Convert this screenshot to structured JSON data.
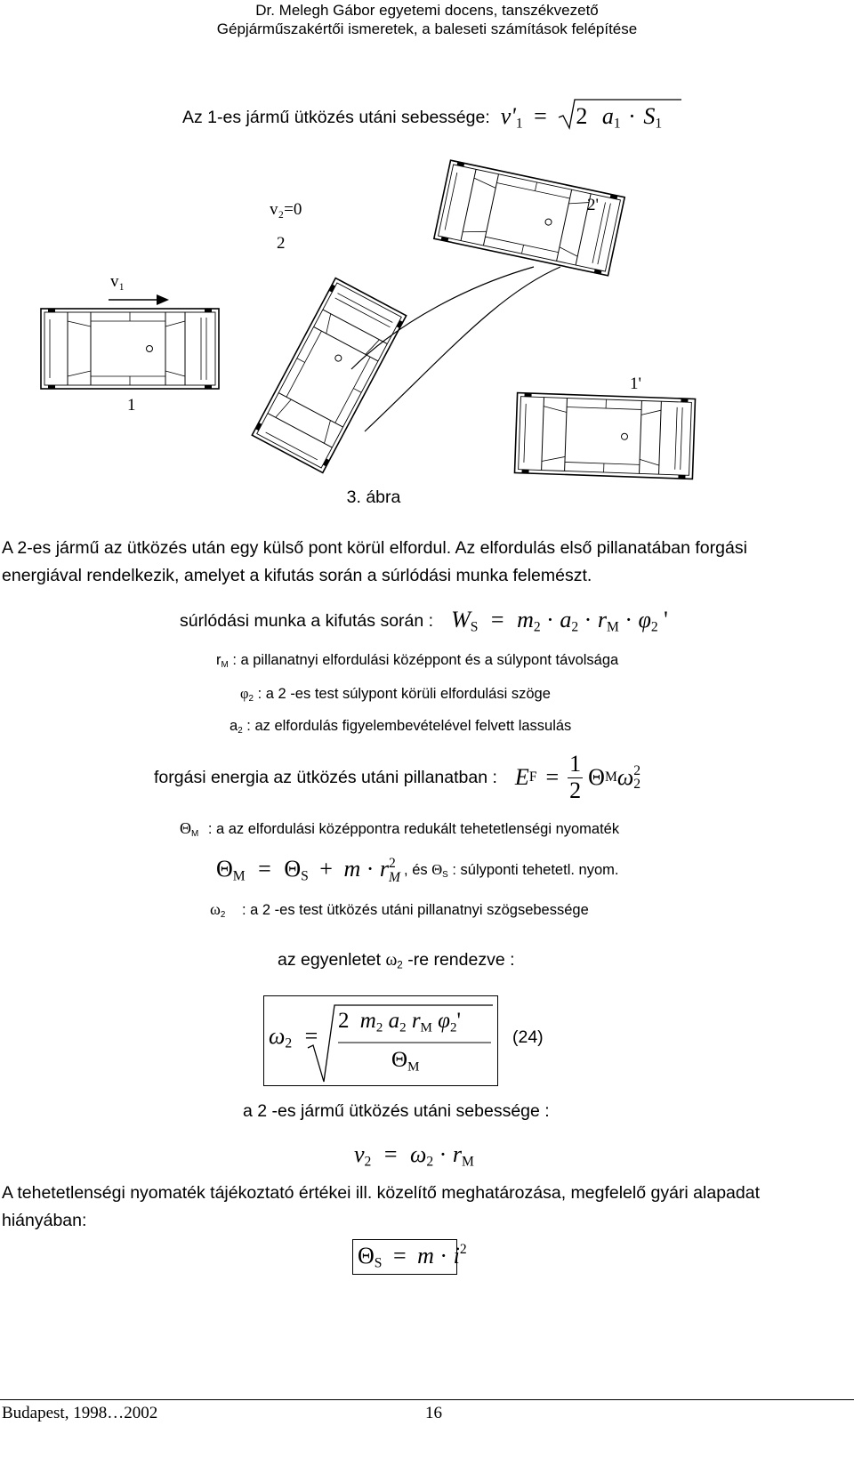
{
  "header": {
    "line1": "Dr. Melegh Gábor egyetemi docens, tanszékvezető",
    "line2": "Gépjárműszakértői ismeretek, a baleseti számítások felépítése"
  },
  "speed1": {
    "label": "Az 1-es jármű ütközés utáni sebessége:",
    "lhs": "v'",
    "lhs_sub": "1",
    "eq": "=",
    "coef": "2",
    "a": "a",
    "a_sub": "1",
    "s": "S",
    "s_sub": "1"
  },
  "figure": {
    "label_v2": "v₂=0",
    "label_2": "2",
    "label_2prime": "2'",
    "label_v1": "v₁",
    "label_1": "1",
    "label_1prime": "1'",
    "caption": "3. ábra"
  },
  "paragraph1": "A 2-es jármű az ütközés után egy külső pont körül elfordul. Az elfordulás első pillanatában forgási energiával rendelkezik, amelyet a kifutás során a súrlódási munka felemészt.",
  "friction": {
    "label": "súrlódási munka a kifutás során :",
    "W": "W",
    "W_sub": "S",
    "eq": "=",
    "m": "m",
    "m_sub": "2",
    "a": "a",
    "a_sub": "2",
    "r": "r",
    "r_sub": "M",
    "phi": "φ",
    "phi_sub": "2",
    "prime": "'"
  },
  "defs": {
    "rM_sym": "r",
    "rM_sub": "M",
    "rM_text": ": a pillanatnyi elfordulási középpont és a súlypont távolsága",
    "phi_sym": "φ",
    "phi_sub": "2",
    "phi_text": ": a 2 -es test súlypont körüli elfordulási szöge",
    "a_sym": "a",
    "a_sub": "2",
    "a_text": ": az elfordulás figyelembevételével felvett lassulás"
  },
  "energy": {
    "label": "forgási energia az ütközés utáni pillanatban :",
    "E": "E",
    "E_sub": "F",
    "eq": "=",
    "num": "1",
    "den": "2",
    "theta": "Θ",
    "theta_sub": "M",
    "omega": "ω",
    "omega_sub": "2",
    "omega_sup": "2"
  },
  "thetaM_def": {
    "sym": "Θ",
    "sub": "M",
    "text": ": a az elfordulási középpontra redukált tehetetlenségi nyomaték"
  },
  "steiner": {
    "lhs": "Θ",
    "lhs_sub": "M",
    "eq": "=",
    "ts": "Θ",
    "ts_sub": "S",
    "plus": "+",
    "m": "m",
    "r": "r",
    "r_sub": "M",
    "r_sup": "2",
    "tail_pre": ", és",
    "ts2": "Θ",
    "ts2_sub": "S",
    "tail": ": súlyponti tehetetl. nyom."
  },
  "omega_def": {
    "sym": "ω",
    "sub": "2",
    "text": ": a 2 -es test ütközés utáni pillanatnyi szögsebessége"
  },
  "solve": {
    "pre": "az egyenletet",
    "sym": "ω",
    "sub": "2",
    "post": "-re rendezve :"
  },
  "formula24": {
    "lhs": "ω",
    "lhs_sub": "2",
    "eq": "=",
    "num_coef": "2",
    "m": "m",
    "m_sub": "2",
    "a": "a",
    "a_sub": "2",
    "r": "r",
    "r_sub": "M",
    "phi": "φ",
    "phi_sub": "2",
    "prime": "'",
    "den": "Θ",
    "den_sub": "M",
    "number": "(24)"
  },
  "speed2": {
    "label": "a 2 -es jármű ütközés utáni sebessége :",
    "v": "v",
    "v_sub": "2",
    "eq": "=",
    "omega": "ω",
    "omega_sub": "2",
    "r": "r",
    "r_sub": "M"
  },
  "paragraph2": "A tehetetlenségi nyomaték tájékoztató értékei ill. közelítő meghatározása, megfelelő gyári alapadat hiányában:",
  "inertia": {
    "theta": "Θ",
    "theta_sub": "S",
    "eq": "=",
    "m": "m",
    "i": "i",
    "i_sup": "2"
  },
  "footer": {
    "place": "Budapest, 1998…2002",
    "page": "16"
  }
}
